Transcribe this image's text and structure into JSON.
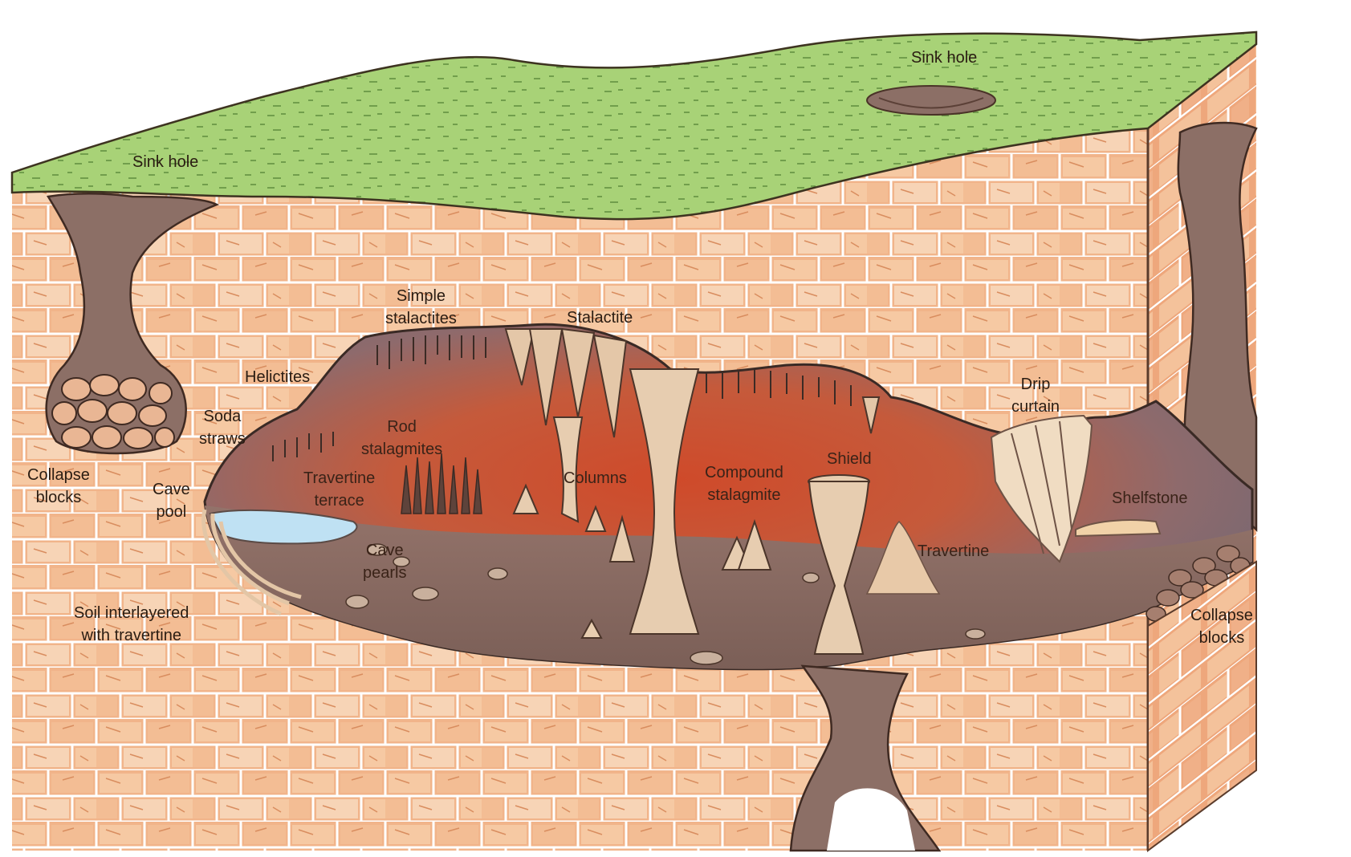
{
  "colors": {
    "grass": "#a8d277",
    "grass_dark": "#6f9a4c",
    "brick": "#f1b48a",
    "brick_light": "#f7d4b6",
    "brick_line": "#ffffff",
    "soil": "#8c6f66",
    "cave_glow": "#c9472a",
    "cave_dark": "#7d6570",
    "water": "#bfe1f3",
    "formation": "#e7cdb0"
  },
  "labels": {
    "sink_hole_left": "Sink hole",
    "sink_hole_top": "Sink hole",
    "simple_stalactites_1": "Simple",
    "simple_stalactites_2": "stalactites",
    "stalactite": "Stalactite",
    "helictites": "Helictites",
    "soda_straws_1": "Soda",
    "soda_straws_2": "straws",
    "rod_stalagmites_1": "Rod",
    "rod_stalagmites_2": "stalagmites",
    "collapse_blocks_left_1": "Collapse",
    "collapse_blocks_left_2": "blocks",
    "cave_pool_1": "Cave",
    "cave_pool_2": "pool",
    "travertine_terrace_1": "Travertine",
    "travertine_terrace_2": "terrace",
    "columns": "Columns",
    "compound_stalagmite_1": "Compound",
    "compound_stalagmite_2": "stalagmite",
    "shield": "Shield",
    "drip_curtain_1": "Drip",
    "drip_curtain_2": "curtain",
    "shelfstone": "Shelfstone",
    "travertine": "Travertine",
    "cave_pearls_1": "Cave",
    "cave_pearls_2": "pearls",
    "soil_travertine_1": "Soil interlayered",
    "soil_travertine_2": "with travertine",
    "collapse_blocks_right_1": "Collapse",
    "collapse_blocks_right_2": "blocks"
  }
}
